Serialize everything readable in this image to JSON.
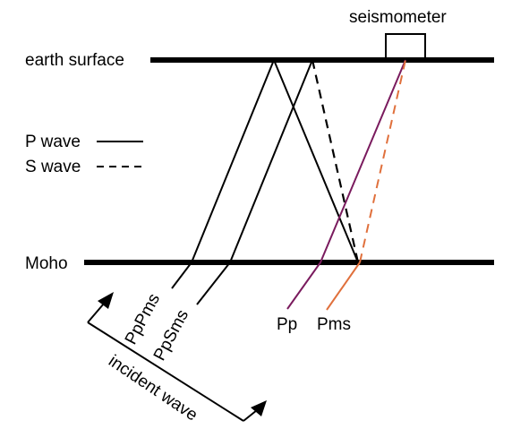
{
  "labels": {
    "seismometer": "seismometer",
    "earth_surface": "earth surface",
    "p_wave": "P wave",
    "s_wave": "S wave",
    "moho": "Moho",
    "pppms": "PpPms",
    "ppsms": "PpSms",
    "incident_wave": "incident wave",
    "pp": "Pp",
    "pms": "Pms"
  },
  "colors": {
    "layer_lines": "#000000",
    "pp_ray": "#7a1b5e",
    "pms_ray": "#e0703c",
    "multiples": "#000000"
  },
  "icons": {
    "seismometer": "rectangle-box",
    "incident_arrow": "arrow-up-right"
  }
}
